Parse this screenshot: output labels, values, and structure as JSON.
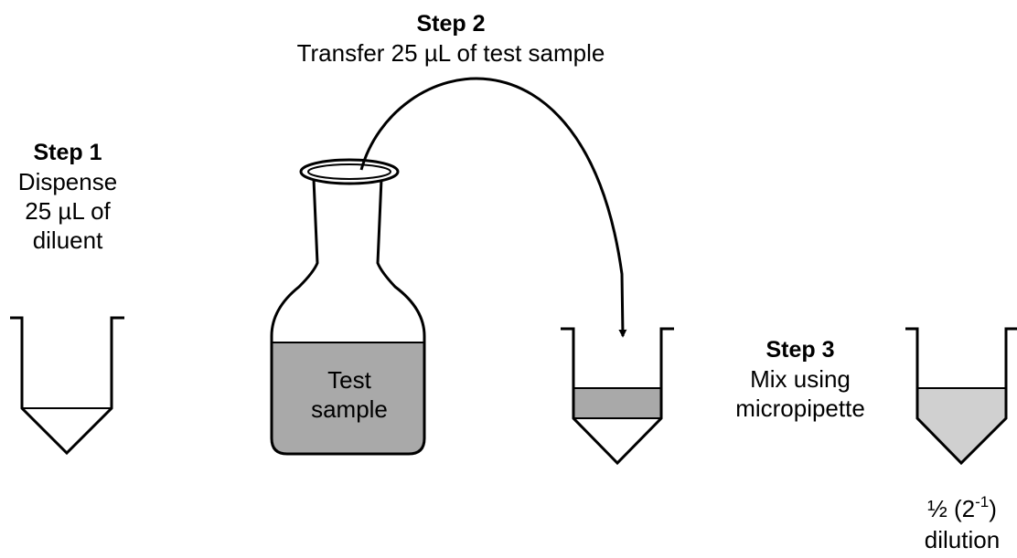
{
  "step1": {
    "title": "Step 1",
    "lines": [
      "Dispense",
      "25 µL of",
      "diluent"
    ]
  },
  "step2": {
    "title": "Step 2",
    "text": "Transfer 25 µL of test sample"
  },
  "step3": {
    "title": "Step 3",
    "lines": [
      "Mix using",
      "micropipette"
    ]
  },
  "bottle": {
    "lines": [
      "Test",
      "sample"
    ]
  },
  "result": {
    "frac": "½",
    "paren_open": "(2",
    "exponent": "-1",
    "paren_close": ")",
    "word": "dilution"
  },
  "colors": {
    "sample_dark": "#a9a9a9",
    "sample_light": "#d0d0d0",
    "stroke": "#000000"
  }
}
